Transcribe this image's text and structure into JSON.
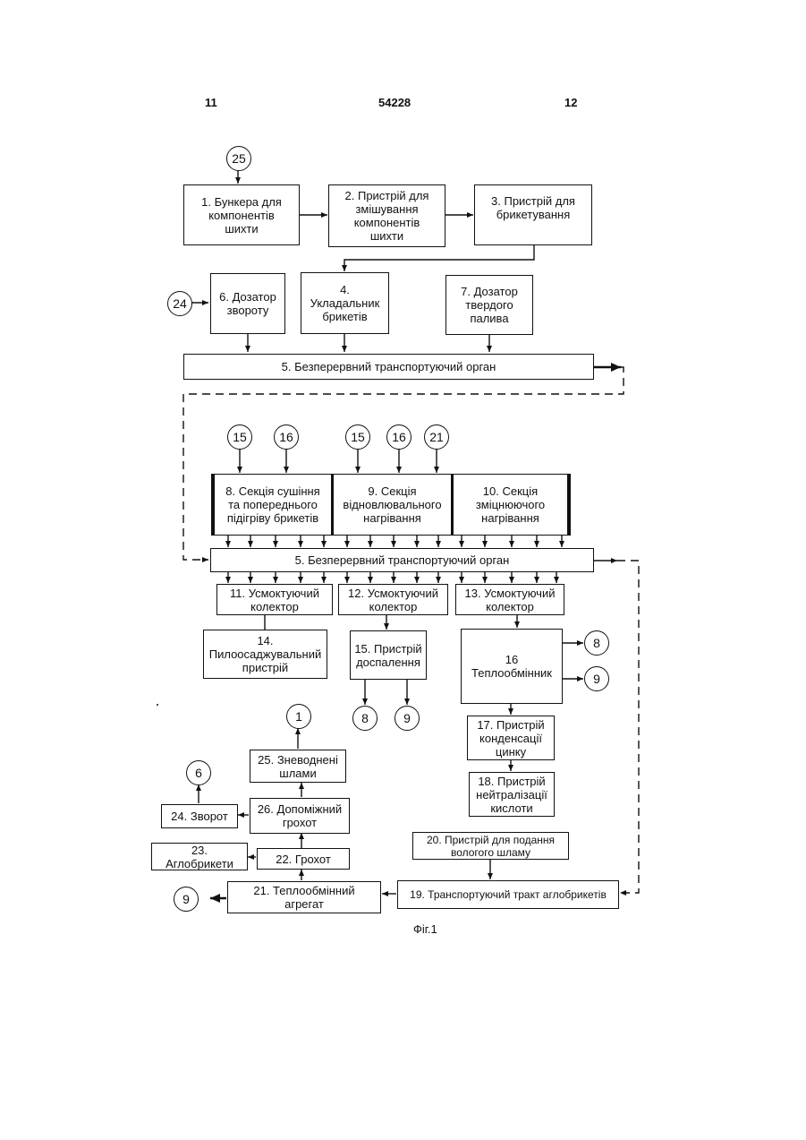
{
  "header": {
    "left_page": "11",
    "patent_no": "54228",
    "right_page": "12"
  },
  "nodes": {
    "n1": "1. Бункера для\nкомпонентів\nшихти",
    "n2": "2. Пристрій для\nзмішування\nкомпонентів\nшихти",
    "n3": "3. Пристрій для\nбрикетування",
    "n4": "4.\nУкладальник\nбрикетів",
    "n5a": "5. Безперервний транспортуючий орган",
    "n6": "6. Дозатор\nзвороту",
    "n7": "7. Дозатор\nтвердого\nпалива",
    "n8": "8. Секція сушіння\nта попереднього\nпідігріву брикетів",
    "n9": "9. Секція\nвідновлювального\nнагрівання",
    "n10": "10. Секція\nзміцнюючого\nнагрівання",
    "n5b": "5. Безперервний транспортуючий орган",
    "n11": "11. Усмоктуючий\nколектор",
    "n12": "12. Усмоктуючий\nколектор",
    "n13": "13. Усмоктуючий\nколектор",
    "n14": "14.\nПилоосаджувальний\nпристрій",
    "n15": "15. Пристрій\nдоспалення",
    "n16": "16\nТеплообмінник",
    "n17": "17. Пристрій\nконденсації\nцинку",
    "n18": "18. Пристрій\nнейтралізації\nкислоти",
    "n19": "19. Транспортуючий тракт аглобрикетів",
    "n20": "20. Пристрій для подання\nвологого шламу",
    "n21": "21. Теплообмінний\nагрегат",
    "n22": "22. Грохот",
    "n23": "23.\nАглобрикети",
    "n24": "24. Зворот",
    "n25": "25. Зневоднені\nшлами",
    "n26": "26. Допоміжний\nгрохот"
  },
  "refs": {
    "r25": "25",
    "r24": "24",
    "r15a": "15",
    "r16a": "16",
    "r15b": "15",
    "r16b": "16",
    "r21": "21",
    "r8a": "8",
    "r9a": "9",
    "r8b": "8",
    "r9b": "9",
    "r1": "1",
    "r6": "6",
    "r9c": "9"
  },
  "caption": "Фіг.1"
}
